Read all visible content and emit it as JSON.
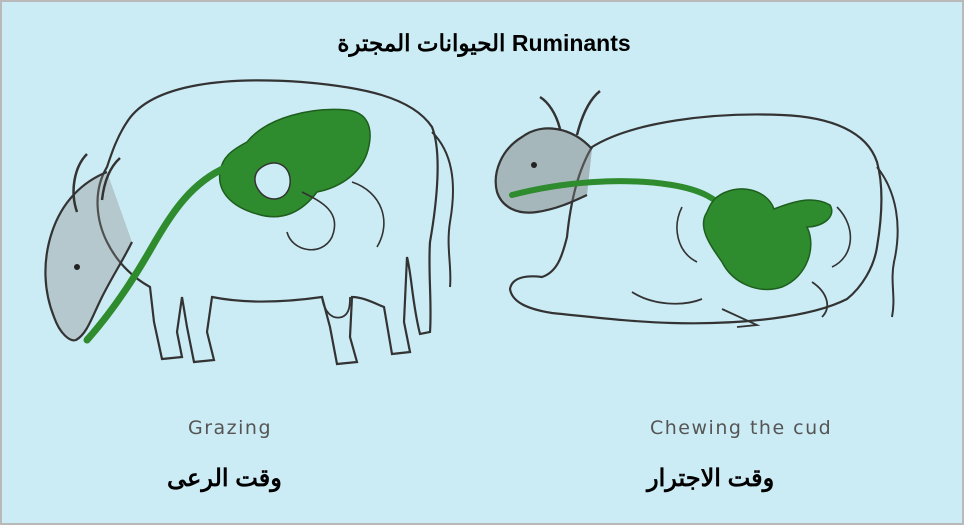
{
  "title": "الحيوانات المجترة Ruminants",
  "left_panel": {
    "caption": "Grazing",
    "arabic_label": "وقت الرعى"
  },
  "right_panel": {
    "caption": "Chewing the cud",
    "arabic_label": "وقت الاجترار"
  },
  "colors": {
    "background": "#ccecf5",
    "stomach": "#2e8b2e",
    "outline": "#333333"
  },
  "icons": {
    "left": "grazing-cow-illustration",
    "right": "resting-cow-illustration"
  }
}
